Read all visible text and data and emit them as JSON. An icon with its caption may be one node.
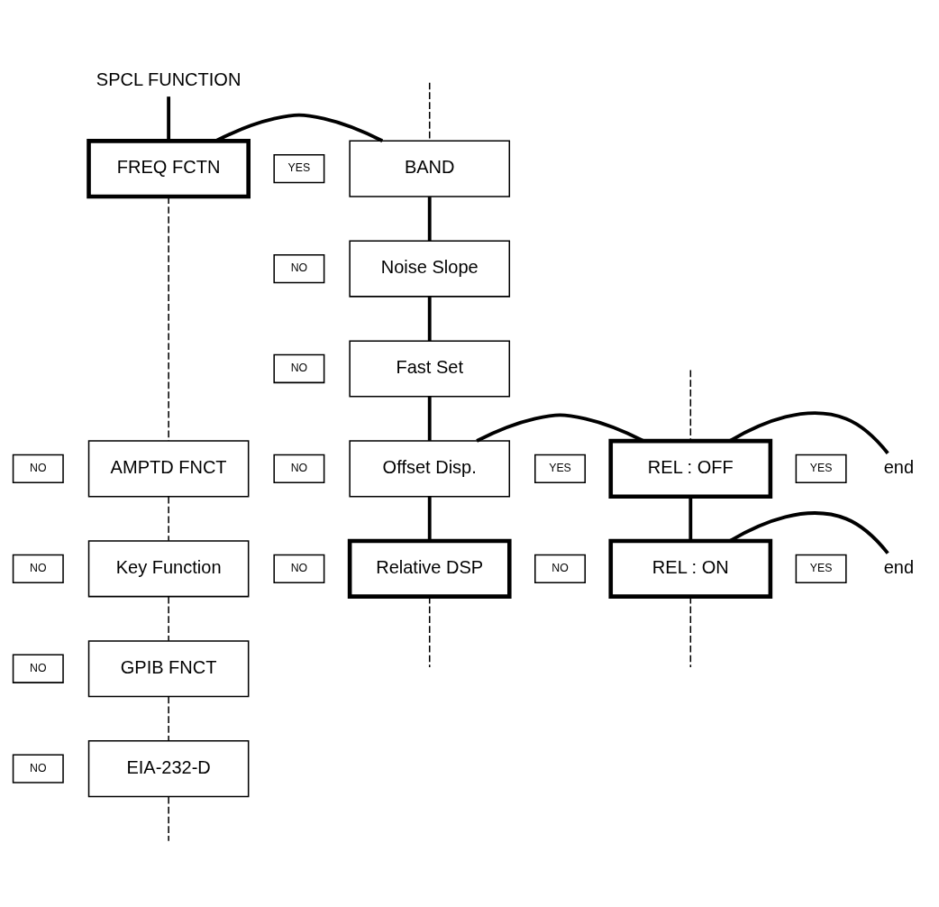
{
  "diagram": {
    "nodes": [
      {
        "text": [
          "SPCL FUNCTION"
        ]
      },
      {
        "text": [
          "FREQ FCTN"
        ]
      },
      {
        "text": [
          "YES"
        ]
      },
      {
        "text": [
          "BAND"
        ]
      },
      {
        "text": [
          "NO"
        ]
      },
      {
        "text": [
          "Noise Slope"
        ]
      },
      {
        "text": [
          "NO"
        ]
      },
      {
        "text": [
          "Fast Set"
        ]
      },
      {
        "text": [
          "NO"
        ]
      },
      {
        "text": [
          "AMPTD FNCT"
        ]
      },
      {
        "text": [
          "NO"
        ]
      },
      {
        "text": [
          "Offset Disp."
        ]
      },
      {
        "text": [
          "YES"
        ]
      },
      {
        "text": [
          "REL : OFF"
        ]
      },
      {
        "text": [
          "YES"
        ]
      },
      {
        "text": [
          "end"
        ]
      },
      {
        "text": [
          "NO"
        ]
      },
      {
        "text": [
          "Key Function"
        ]
      },
      {
        "text": [
          "NO"
        ]
      },
      {
        "text": [
          "Relative DSP"
        ]
      },
      {
        "text": [
          "NO"
        ]
      },
      {
        "text": [
          "REL : ON"
        ]
      },
      {
        "text": [
          "YES"
        ]
      },
      {
        "text": [
          "end"
        ]
      },
      {
        "text": [
          "NO"
        ]
      },
      {
        "text": [
          "GPIB FNCT"
        ]
      },
      {
        "text": [
          "NO"
        ]
      },
      {
        "text": [
          "EIA-232-D"
        ]
      }
    ],
    "edges": [
      {
        "from": 0,
        "to": 1,
        "arrow": "none"
      },
      {
        "from": 1,
        "to": 3,
        "arrow": "none"
      },
      {
        "from": null,
        "to": 3,
        "arrow": "none",
        "style": "dashed"
      },
      {
        "from": 3,
        "to": 5,
        "arrow": "none"
      },
      {
        "from": 5,
        "to": 7,
        "arrow": "none"
      },
      {
        "from": 7,
        "to": 11,
        "arrow": "none"
      },
      {
        "from": 11,
        "to": 13,
        "arrow": "none"
      },
      {
        "from": null,
        "to": 13,
        "arrow": "none",
        "style": "dashed"
      },
      {
        "from": 13,
        "to": 15,
        "arrow": "none"
      },
      {
        "from": 11,
        "to": 19,
        "arrow": "none"
      },
      {
        "from": 13,
        "to": 21,
        "arrow": "none"
      },
      {
        "from": 21,
        "to": 23,
        "arrow": "none"
      },
      {
        "from": 19,
        "to": null,
        "arrow": "none",
        "style": "dashed"
      },
      {
        "from": 21,
        "to": null,
        "arrow": "none",
        "style": "dashed"
      },
      {
        "from": 1,
        "to": 9,
        "arrow": "none",
        "style": "dashed"
      },
      {
        "from": 9,
        "to": 17,
        "arrow": "none",
        "style": "dashed"
      },
      {
        "from": 17,
        "to": 25,
        "arrow": "none",
        "style": "dashed"
      },
      {
        "from": 25,
        "to": 27,
        "arrow": "none",
        "style": "dashed"
      },
      {
        "from": 27,
        "to": null,
        "arrow": "none",
        "style": "dashed"
      }
    ]
  }
}
